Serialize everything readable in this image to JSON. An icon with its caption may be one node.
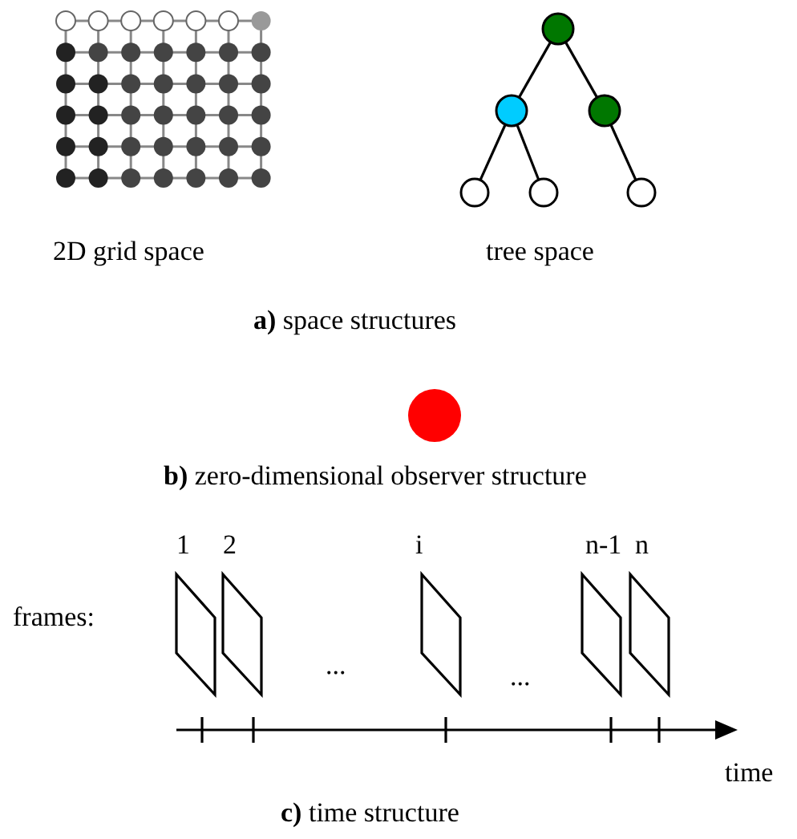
{
  "diagram": {
    "nodes": [
      {
        "text": [],
        "shape": "circle"
      },
      {
        "text": [],
        "shape": "circle"
      },
      {
        "text": [],
        "shape": "circle"
      },
      {
        "text": [],
        "shape": "circle"
      },
      {
        "text": [],
        "shape": "circle"
      },
      {
        "text": [],
        "shape": "circle"
      },
      {
        "text": [],
        "shape": "circle"
      },
      {
        "text": [
          "1"
        ]
      },
      {
        "text": [
          "2"
        ]
      },
      {
        "text": [
          "i"
        ]
      },
      {
        "text": [
          "n-1"
        ]
      },
      {
        "text": [
          "n"
        ]
      }
    ],
    "edges": [
      {
        "from": 0,
        "to": 1,
        "arrow": "none"
      },
      {
        "from": 0,
        "to": 2,
        "arrow": "none"
      },
      {
        "from": 1,
        "to": 3,
        "arrow": "none"
      },
      {
        "from": 1,
        "to": 4,
        "arrow": "none"
      },
      {
        "from": 2,
        "to": 5,
        "arrow": "none"
      }
    ],
    "labels": [
      "2D grid space",
      "tree space",
      "**a)** space structures",
      "**b)** zero-dimensional observer structure",
      "frames:",
      "...",
      "...",
      "time",
      "**c)** time structure"
    ]
  }
}
